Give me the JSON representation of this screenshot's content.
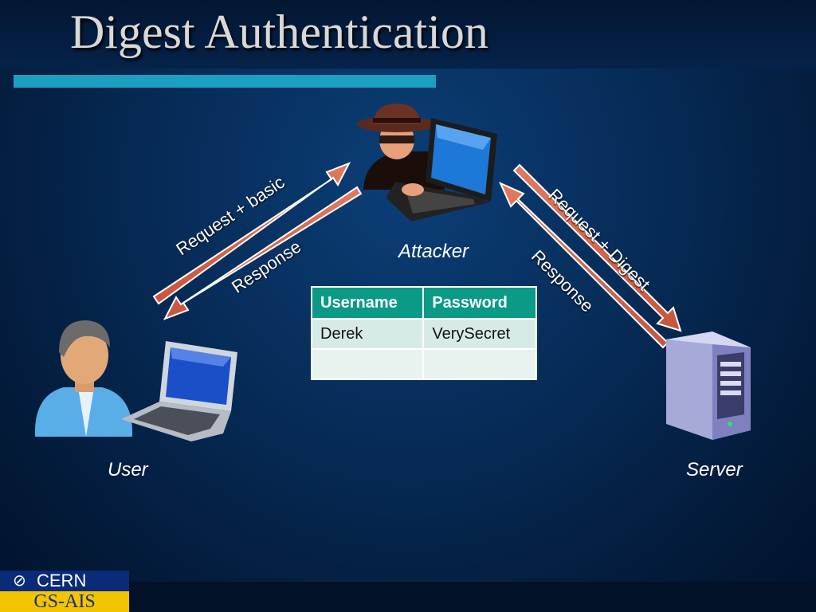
{
  "title": "Digest Authentication",
  "nodes": {
    "user": "User",
    "attacker": "Attacker",
    "server": "Server"
  },
  "arrows": {
    "left_request": "Request + basic",
    "left_response": "Response",
    "right_request": "Request + Digest",
    "right_response": "Response"
  },
  "table": {
    "headers": [
      "Username",
      "Password"
    ],
    "rows": [
      [
        "Derek",
        "VerySecret"
      ],
      [
        "",
        ""
      ]
    ]
  },
  "footer": {
    "org": "CERN",
    "dept": "GS-AIS"
  },
  "colors": {
    "arrow_fill": "#d9654a",
    "arrow_stroke": "#ffffff",
    "table_header": "#0a9a86",
    "accent_bar": "#1ba0c2"
  }
}
